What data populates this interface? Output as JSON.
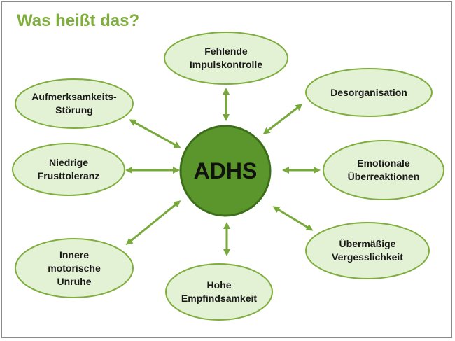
{
  "title": "Was heißt das?",
  "center": {
    "label": "ADHS"
  },
  "colors": {
    "node_fill": "#e3f1d4",
    "node_stroke": "#7fae3e",
    "center_fill": "#5a962b",
    "center_stroke": "#3d6f1b",
    "arrow": "#77aa3a",
    "title": "#7fae3e"
  },
  "nodes": [
    {
      "id": "impulskontrolle",
      "line1": "Fehlende",
      "line2": "Impulskontrolle"
    },
    {
      "id": "desorganisation",
      "line1": "Desorganisation",
      "line2": ""
    },
    {
      "id": "emotionale",
      "line1": "Emotionale",
      "line2": "Überreaktionen"
    },
    {
      "id": "vergesslichkeit",
      "line1": "Übermäßige",
      "line2": "Vergesslichkeit"
    },
    {
      "id": "empfindsamkeit",
      "line1": "Hohe",
      "line2": "Empfindsamkeit"
    },
    {
      "id": "unruhe",
      "line1": "Innere",
      "line2": "motorische",
      "line3": "Unruhe"
    },
    {
      "id": "frusttoleranz",
      "line1": "Niedrige",
      "line2": "Frusttoleranz"
    },
    {
      "id": "aufmerksamkeit",
      "line1": "Aufmerksamkeits-",
      "line2": "Störung"
    }
  ]
}
